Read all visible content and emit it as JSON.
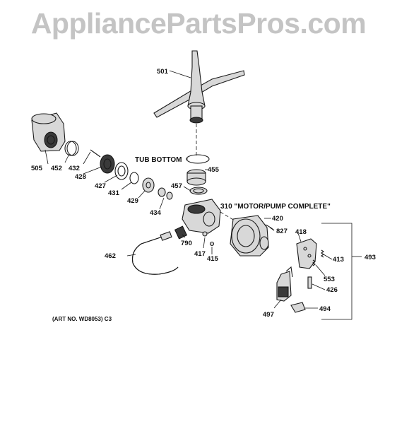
{
  "watermark": "AppliancePartsPros.com",
  "callouts": {
    "c501": "501",
    "c505": "505",
    "c452": "452",
    "c432": "432",
    "c428": "428",
    "c427": "427",
    "c431": "431",
    "c429": "429",
    "c434": "434",
    "c455": "455",
    "c457": "457",
    "c420": "420",
    "c827": "827",
    "c418": "418",
    "c413": "413",
    "c493": "493",
    "c553": "553",
    "c426": "426",
    "c494": "494",
    "c497": "497",
    "c790": "790",
    "c417": "417",
    "c415": "415",
    "c462": "462"
  },
  "labels": {
    "tub_bottom": "TUB BOTTOM",
    "motor_pump": "310 \"MOTOR/PUMP COMPLETE\"",
    "art_no": "(ART NO. WD8053) C3"
  }
}
